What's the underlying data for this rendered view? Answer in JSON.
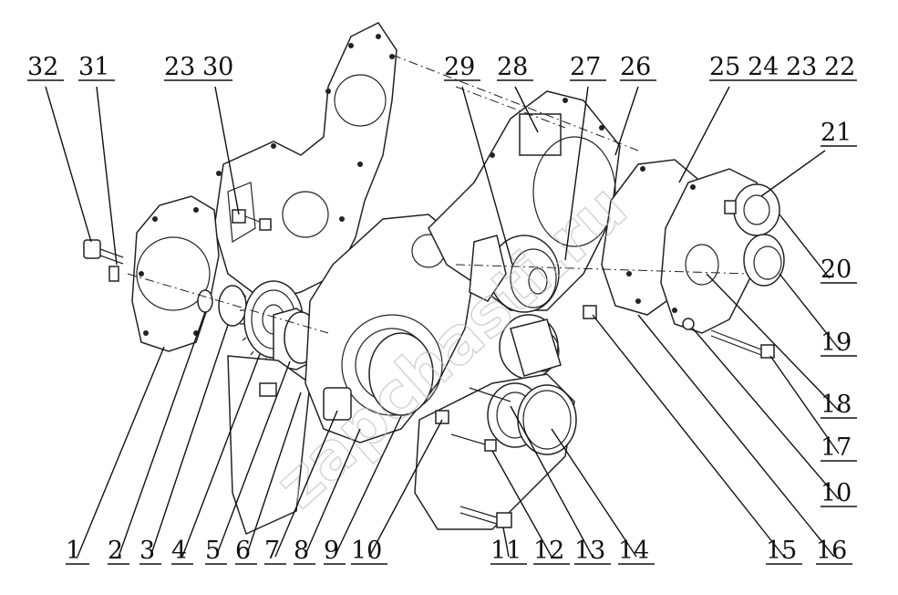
{
  "watermark": "zapchasti.ru",
  "corner_mark": "",
  "labels": {
    "l1": "1",
    "l2": "2",
    "l3": "3",
    "l4": "4",
    "l5": "5",
    "l6": "6",
    "l7": "7",
    "l8": "8",
    "l9": "9",
    "l10": "10",
    "l10b": "10",
    "l11": "11",
    "l12": "12",
    "l13": "13",
    "l14": "14",
    "l15": "15",
    "l16": "16",
    "l17": "17",
    "l18": "18",
    "l19": "19",
    "l20": "20",
    "l21": "21",
    "l22": "22",
    "l23": "23",
    "l23b": "23",
    "l24": "24",
    "l25": "25",
    "l26": "26",
    "l27": "27",
    "l28": "28",
    "l29": "29",
    "l30": "30",
    "l31": "31",
    "l32": "32"
  }
}
